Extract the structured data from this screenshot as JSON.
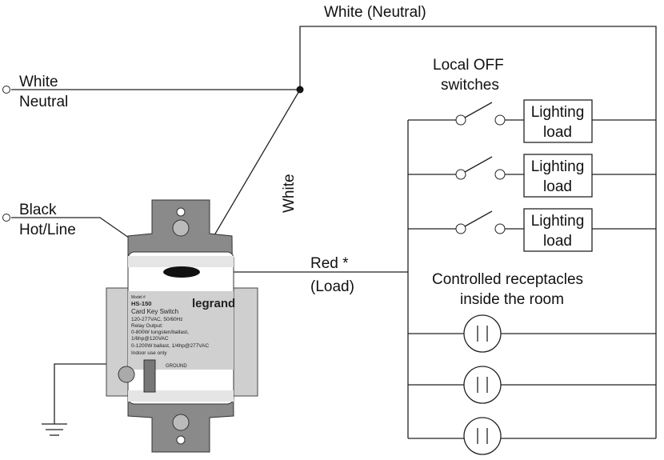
{
  "labels": {
    "white_neutral_top": "White (Neutral)",
    "white": "White",
    "neutral": "Neutral",
    "black": "Black",
    "hot_line": "Hot/Line",
    "white_wire": "White",
    "red": "Red *",
    "load": "(Load)",
    "local_off_1": "Local OFF",
    "local_off_2": "switches",
    "receptacles_1": "Controlled receptacles",
    "receptacles_2": "inside the room"
  },
  "loads": [
    {
      "line1": "Lighting",
      "line2": "load"
    },
    {
      "line1": "Lighting",
      "line2": "load"
    },
    {
      "line1": "Lighting",
      "line2": "load"
    }
  ],
  "device": {
    "brand": "legrand",
    "model_label": "Model #",
    "model": "HS-150",
    "name": "Card Key Switch",
    "specs": [
      "120-277VAC, 50/60Hz",
      "Relay Output:",
      "0-800W tungsten/ballast,",
      "1/6hp@120VAC",
      "0-1200W ballast, 1/4hp@277VAC",
      "Indoor use only"
    ],
    "ground": "GROUND"
  }
}
